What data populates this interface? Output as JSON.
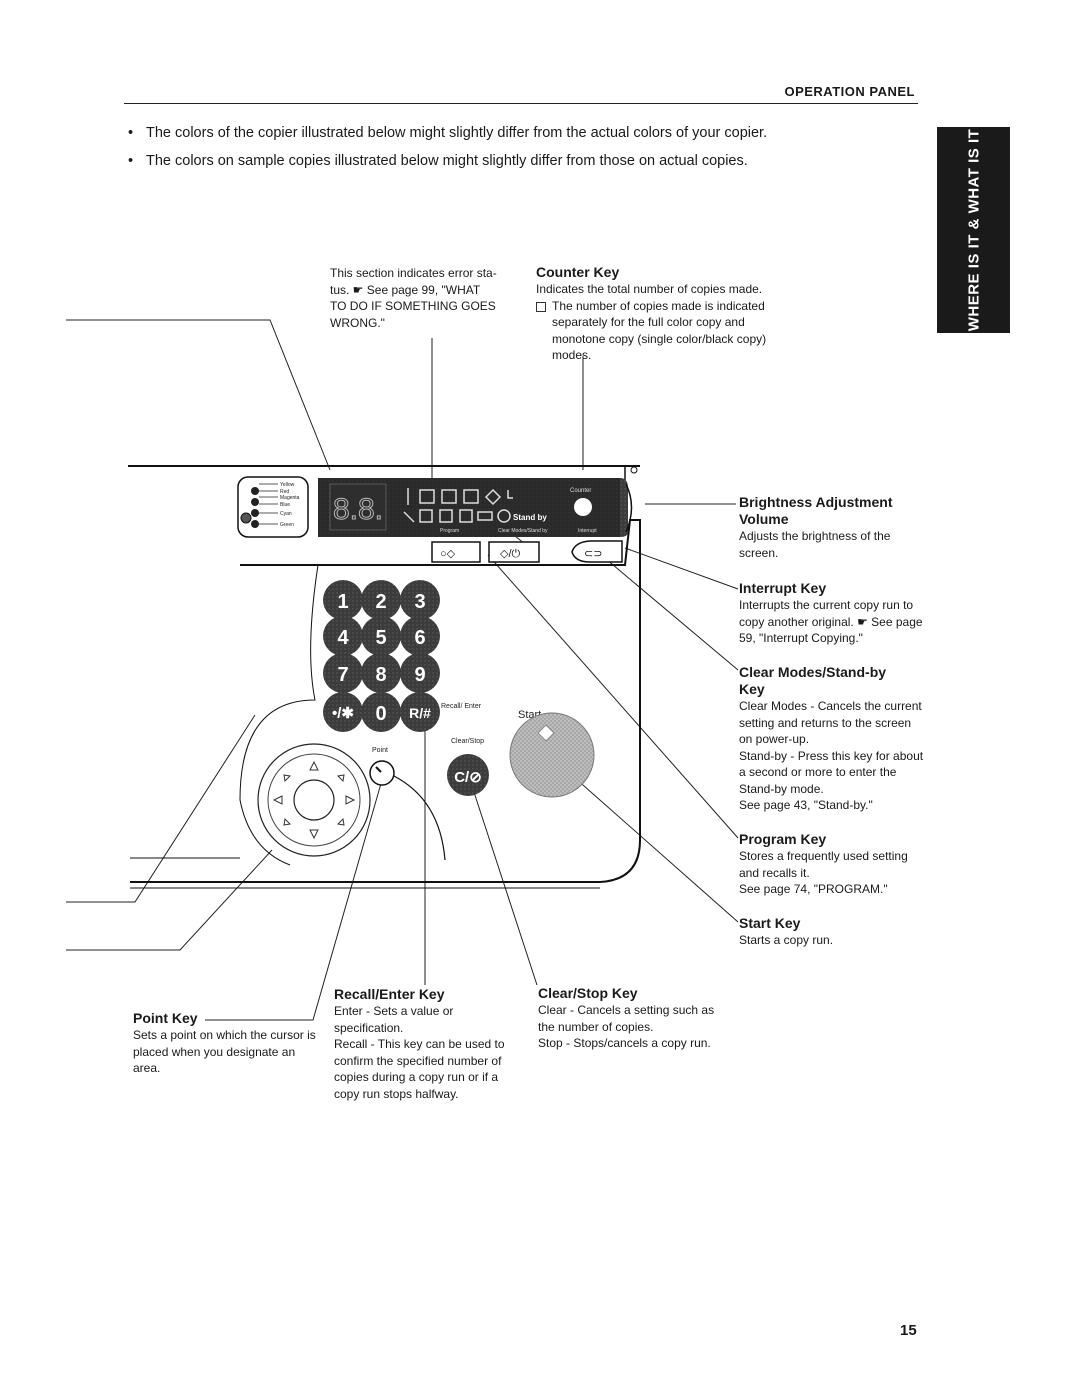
{
  "header": {
    "section_title": "OPERATION PANEL"
  },
  "side_tab": {
    "label": "WHERE IS IT & WHAT IS IT"
  },
  "intro": {
    "bullets": [
      "The colors of the copier illustrated below might slightly differ from the actual colors of your copier.",
      "The colors on sample copies illustrated below might slightly differ from those on actual copies."
    ]
  },
  "error_note": {
    "line1": "This section indicates error sta-",
    "line2": "tus. ☛ See page 99, \"WHAT",
    "line3": "TO DO IF SOMETHING GOES",
    "line4": "WRONG.\""
  },
  "callouts": {
    "counter_key": {
      "title": "Counter Key",
      "desc": "Indicates the total number of copies made.",
      "note": "The number of copies made is indicated separately for the full color copy and monotone copy (single color/black copy) modes."
    },
    "brightness": {
      "title_line1": "Brightness Adjustment",
      "title_line2": "Volume",
      "desc": "Adjusts the brightness of the screen."
    },
    "interrupt_key": {
      "title": "Interrupt Key",
      "desc": "Interrupts the current copy run to copy another original. ☛ See page 59, \"Interrupt Copying.\""
    },
    "clear_modes": {
      "title_line1": "Clear Modes/Stand-by",
      "title_line2": "Key",
      "desc1": "Clear Modes - Cancels the current setting and returns to the screen on power-up.",
      "desc2": "Stand-by - Press this key for about a second or more to enter the Stand-by mode.",
      "desc3": "See page 43, \"Stand-by.\""
    },
    "program_key": {
      "title": "Program Key",
      "desc1": "Stores a frequently used setting and recalls it.",
      "desc2": "See page 74, \"PROGRAM.\""
    },
    "start_key": {
      "title": "Start Key",
      "desc": "Starts a copy run."
    },
    "point_key": {
      "title": "Point Key",
      "desc": "Sets a point on which the cursor is placed when you designate an area."
    },
    "recall_enter": {
      "title": "Recall/Enter Key",
      "desc1": "Enter - Sets a value or specification.",
      "desc2": "Recall - This key can be used to confirm the specified number of copies during a copy run or if a copy run stops halfway."
    },
    "clear_stop": {
      "title": "Clear/Stop Key",
      "desc1": "Clear - Cancels a setting such as the number of copies.",
      "desc2": "Stop - Stops/cancels a copy run."
    }
  },
  "panel": {
    "color_labels": [
      "Yellow",
      "Red",
      "Magenta",
      "Blue",
      "Cyan",
      "Green"
    ],
    "display_digits": "8.8.",
    "standby_label": "Stand by",
    "counter_label": "Counter",
    "program_label": "Program",
    "clear_standby_label": "Clear Modes/Stand by",
    "interrupt_label": "Interrupt",
    "keypad": [
      "1",
      "2",
      "3",
      "4",
      "5",
      "6",
      "7",
      "8",
      "9",
      "•/✱",
      "0",
      "R/#"
    ],
    "recall_enter_label": "Recall/ Enter",
    "clear_stop_label": "Clear/Stop",
    "clear_stop_key": "C/⊘",
    "start_label": "Start",
    "point_label": "Point",
    "colors": {
      "key_dark": "#3a3a3a",
      "panel_dark": "#1c1c1c",
      "start_gray": "#8a8a8a"
    }
  },
  "page_number": "15"
}
